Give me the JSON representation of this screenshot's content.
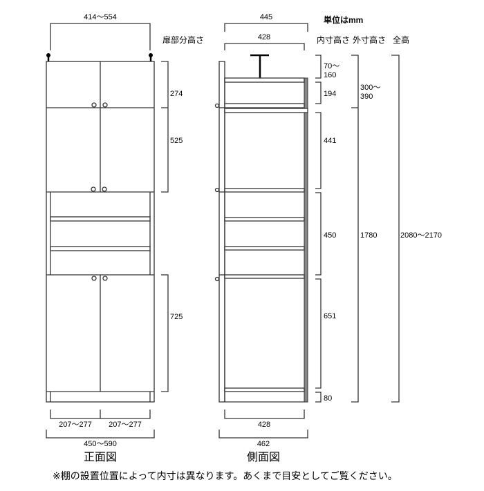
{
  "unit_label": "単位はmm",
  "front": {
    "title": "正面図",
    "width_top": "414〜554",
    "door_height_header": "扉部分高さ",
    "door_heights": [
      "274",
      "525",
      "725"
    ],
    "door_widths": [
      "207〜277",
      "207〜277"
    ],
    "total_width": "450〜590"
  },
  "side": {
    "title": "側面図",
    "top_depth_outer": "445",
    "top_depth_inner": "428",
    "bottom_depth_inner": "428",
    "bottom_depth_outer": "462"
  },
  "headers": {
    "inner": "内寸高さ",
    "outer": "外寸高さ",
    "total": "全高"
  },
  "inner_heights": [
    "70〜",
    "160",
    "194",
    "441",
    "450",
    "651",
    "80"
  ],
  "outer_heights": [
    "300〜",
    "390",
    "1780"
  ],
  "total_height": "2080〜2170",
  "note": "※棚の設置位置によって内寸は異なります。あくまで目安としてご覧ください。",
  "colors": {
    "line": "#333333",
    "back_panel": "#888888"
  }
}
